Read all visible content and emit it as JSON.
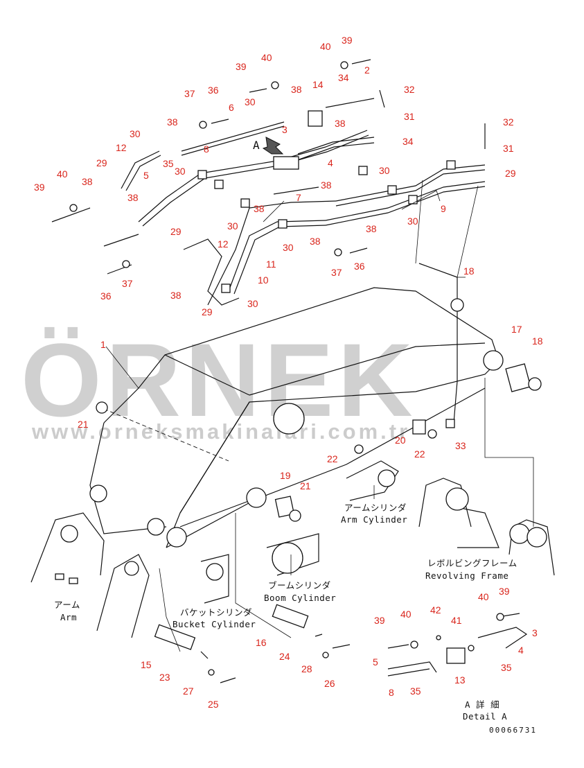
{
  "watermark": {
    "brand": "ÖRNEK",
    "url": "www.orneksmakinalari.com.tr",
    "accent_color": "#f2c200"
  },
  "captions": {
    "arm_cylinder_jp": "アームシリンダ",
    "arm_cylinder_en": "Arm Cylinder",
    "boom_cylinder_jp": "ブームシリンダ",
    "boom_cylinder_en": "Boom Cylinder",
    "bucket_cylinder_jp": "バケットシリンダ",
    "bucket_cylinder_en": "Bucket Cylinder",
    "arm_jp": "アーム",
    "arm_en": "Arm",
    "revolving_frame_jp": "レボルビングフレーム",
    "revolving_frame_en": "Revolving Frame",
    "detail_jp": "A 詳 細",
    "detail_en": "Detail A",
    "view_marker": "A",
    "drawing_number": "00066731"
  },
  "callouts": [
    "1",
    "2",
    "3",
    "3",
    "4",
    "4",
    "5",
    "5",
    "6",
    "7",
    "8",
    "8",
    "9",
    "10",
    "11",
    "12",
    "12",
    "13",
    "14",
    "15",
    "16",
    "17",
    "18",
    "18",
    "19",
    "20",
    "21",
    "21",
    "22",
    "22",
    "23",
    "24",
    "25",
    "26",
    "27",
    "28",
    "29",
    "29",
    "29",
    "29",
    "30",
    "30",
    "30",
    "30",
    "30",
    "30",
    "30",
    "30",
    "31",
    "31",
    "32",
    "32",
    "33",
    "34",
    "34",
    "35",
    "35",
    "35",
    "36",
    "36",
    "36",
    "37",
    "37",
    "37",
    "38",
    "38",
    "38",
    "38",
    "38",
    "38",
    "38",
    "38",
    "38",
    "38",
    "39",
    "39",
    "39",
    "39",
    "40",
    "40",
    "40",
    "40",
    "41",
    "42"
  ]
}
